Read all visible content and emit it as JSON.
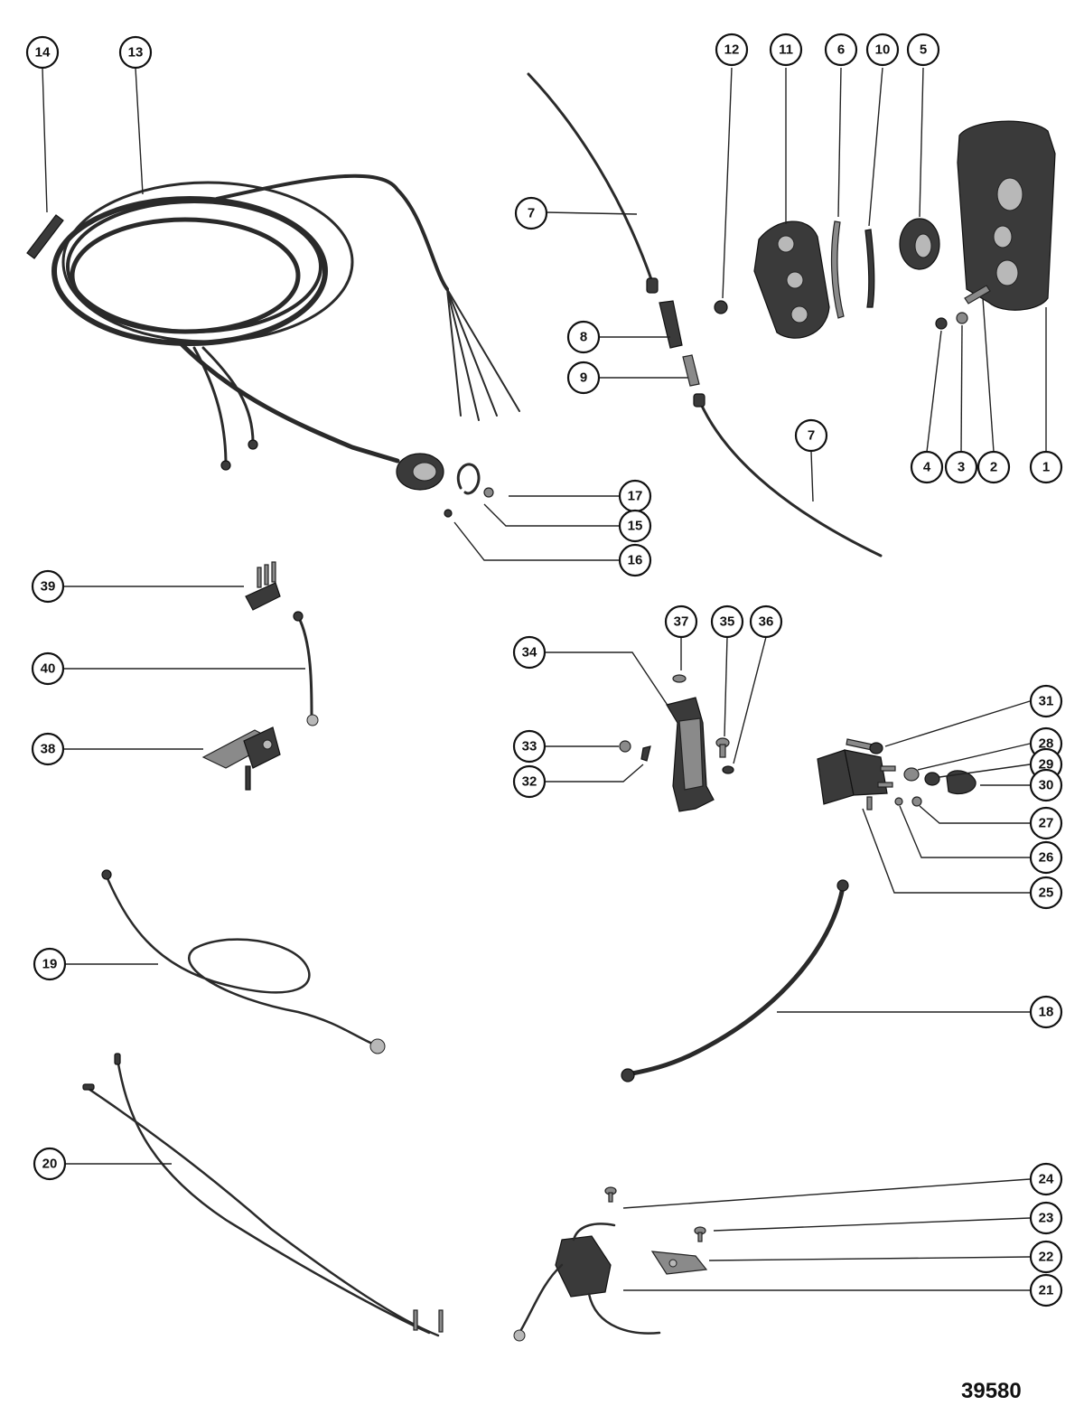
{
  "drawing_number": "39580",
  "callouts": [
    "1",
    "2",
    "3",
    "4",
    "5",
    "6",
    "7",
    "8",
    "9",
    "10",
    "11",
    "12",
    "13",
    "14",
    "15",
    "16",
    "17",
    "18",
    "19",
    "20",
    "21",
    "22",
    "23",
    "24",
    "25",
    "26",
    "27",
    "28",
    "29",
    "30",
    "31",
    "32",
    "33",
    "34",
    "35",
    "36",
    "37",
    "38",
    "39",
    "40"
  ]
}
